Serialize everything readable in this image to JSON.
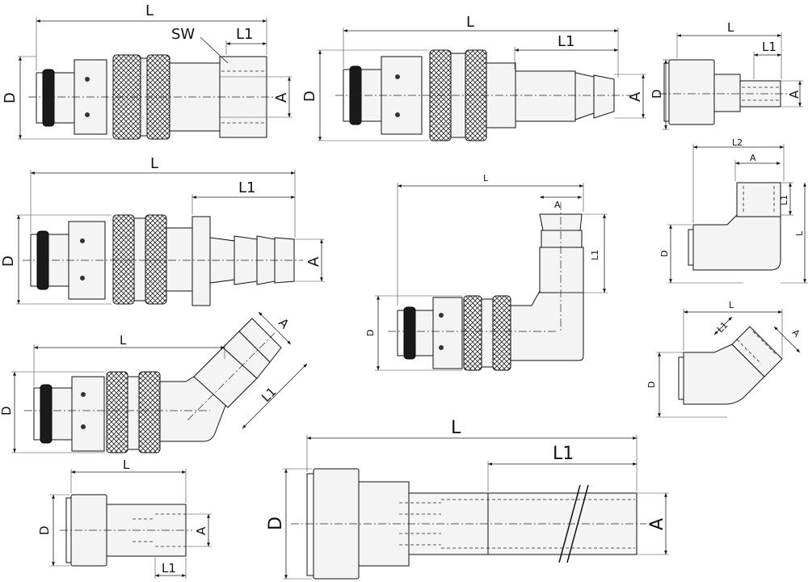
{
  "labels": {
    "L": "L",
    "L1": "L1",
    "L2": "L2",
    "D": "D",
    "A": "A",
    "SW": "SW"
  },
  "colors": {
    "line": "#111111",
    "fill": "#f4f4f4",
    "seal": "#1a1a1a",
    "background": "#ffffff"
  }
}
